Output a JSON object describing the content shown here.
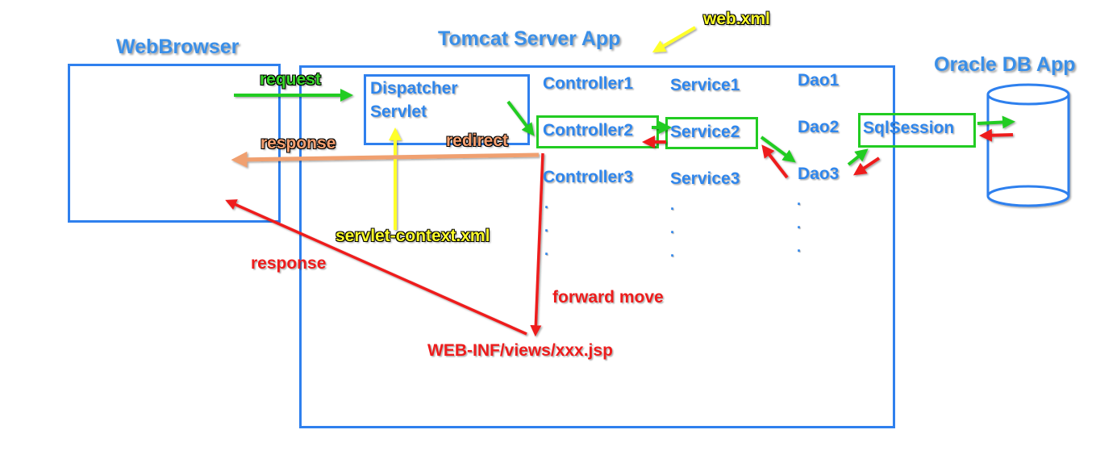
{
  "titles": {
    "webbrowser": "WebBrowser",
    "tomcat": "Tomcat Server App",
    "oracle": "Oracle DB App",
    "webxml": "web.xml"
  },
  "dispatcher": {
    "line1": "Dispatcher",
    "line2": "Servlet"
  },
  "controllers": [
    "Controller1",
    "Controller2",
    "Controller3"
  ],
  "services": [
    "Service1",
    "Service2",
    "Service3"
  ],
  "daos": [
    "Dao1",
    "Dao2",
    "Dao3"
  ],
  "ellipsis": ".",
  "sqlsession": "SqlSession",
  "labels": {
    "request": "request",
    "response_top": "response",
    "redirect": "redirect",
    "servlet_context": "servlet-context.xml",
    "response_bottom": "response",
    "forward_move": "forward move",
    "jsp": "WEB-INF/views/xxx.jsp"
  },
  "colors": {
    "box_blue": "#2f80ee",
    "green": "#22cc22",
    "red": "#ee1c1c",
    "yellow": "#ffff2a",
    "orange": "#f0a070",
    "text_blue": "#2f86ec"
  }
}
